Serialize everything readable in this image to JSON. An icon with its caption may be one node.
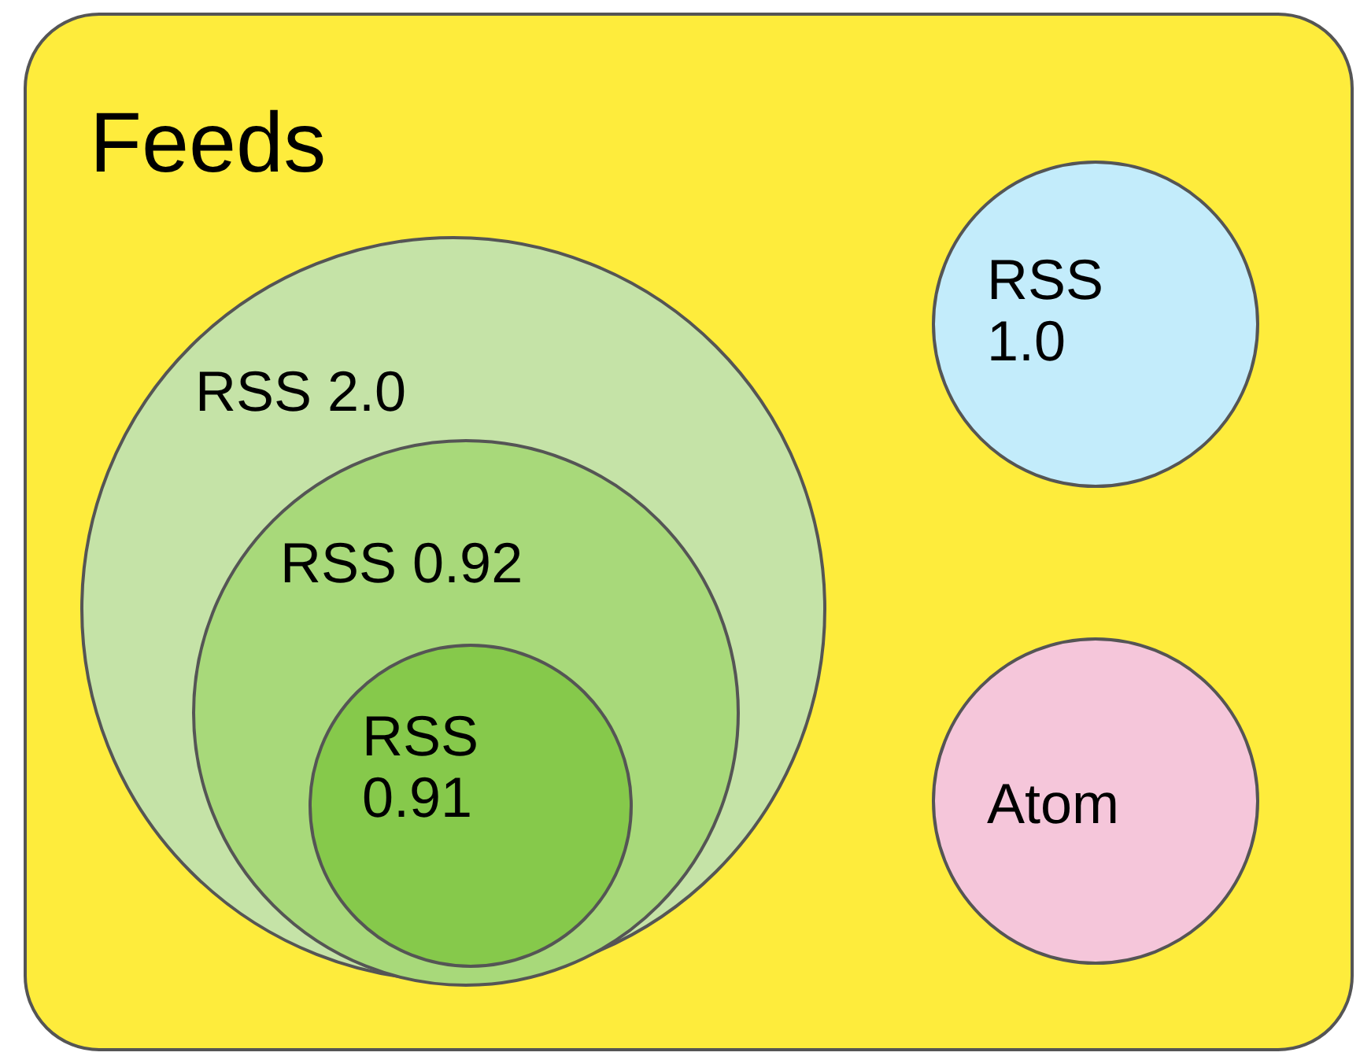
{
  "diagram": {
    "nodes": [
      {
        "text": [
          "Feeds"
        ]
      },
      {
        "text": [
          "RSS 2.0"
        ],
        "in": 0
      },
      {
        "text": [
          "RSS 0.92"
        ],
        "in": 1
      },
      {
        "text": [
          "RSS 0.91"
        ],
        "in": 2
      },
      {
        "text": [
          "RSS 1.0"
        ],
        "in": 0
      },
      {
        "text": [
          "Atom"
        ],
        "in": 0
      }
    ]
  }
}
